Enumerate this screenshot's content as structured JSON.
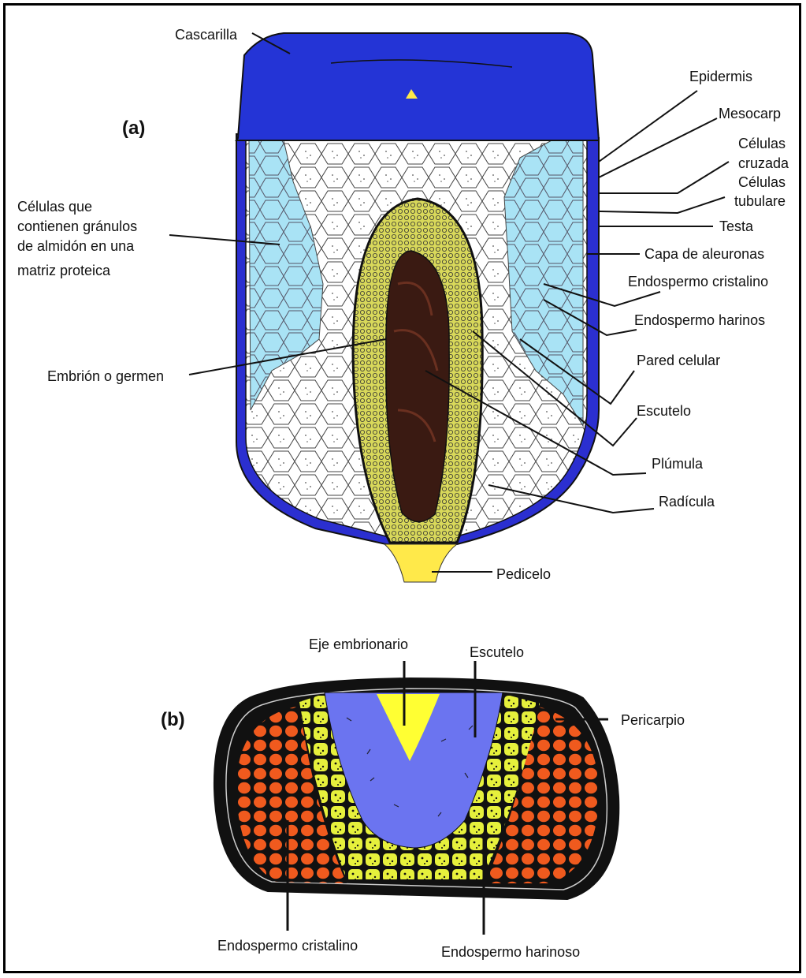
{
  "panels": {
    "a": "(a)",
    "b": "(b)"
  },
  "labels_a": {
    "cascarilla": "Cascarilla",
    "epidermis": "Epidermis",
    "mesocarpio": "Mesocarp",
    "celulas_cruzadas_1": "Células",
    "celulas_cruzadas_2": "cruzada",
    "celulas_tubulares_1": "Células",
    "celulas_tubulares_2": "tubulare",
    "testa": "Testa",
    "capa_aleuronas": "Capa de aleuronas",
    "endospermo_cristalino": "Endospermo cristalino",
    "endospermo_harinoso": "Endospermo harinos",
    "pared_celular": "Pared celular",
    "escutelo": "Escutelo",
    "plumula": "Plúmula",
    "radicula": "Radícula",
    "pedicelo": "Pedicelo",
    "celulas_almidon_1": "Células que",
    "celulas_almidon_2": "contienen gránulos",
    "celulas_almidon_3": "de almidón en una",
    "celulas_almidon_4": "matriz proteica",
    "embrion": "Embrión o germen"
  },
  "labels_b": {
    "eje_embrionario": "Eje embrionario",
    "escutelo": "Escutelo",
    "pericarpio": "Pericarpio",
    "endospermo_cristalino": "Endospermo cristalino",
    "endospermo_harinoso": "Endospermo harinoso"
  },
  "colors": {
    "pericarp_blue": "#2b2fd0",
    "aleurone_light_blue": "#a9e3f5",
    "embryo_yellow": "#e8e85a",
    "embryo_dark": "#3a1a12",
    "pedicel_yellow": "#ffe94a",
    "section_orange": "#f05a1e",
    "section_yellow": "#e6f03c",
    "section_blue": "#6b74f0"
  }
}
